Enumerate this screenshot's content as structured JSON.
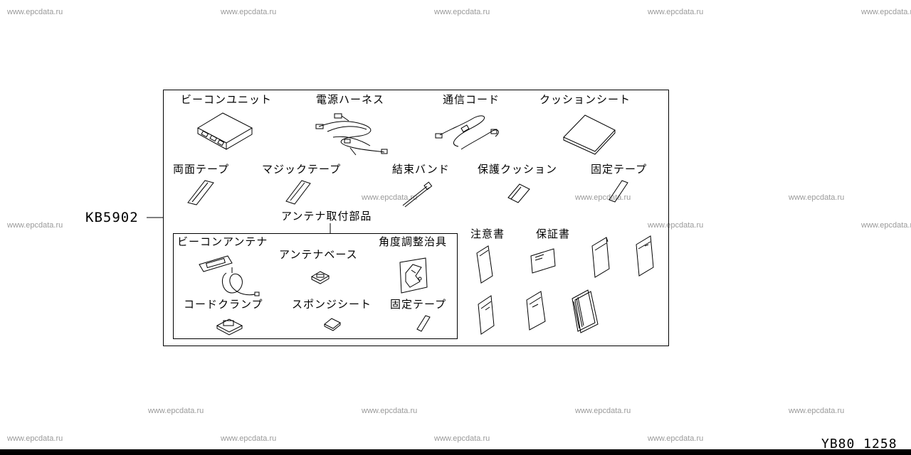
{
  "watermark": "www.epcdata.ru",
  "part_number": "KB5902",
  "diagram_code": "YB80 1258",
  "labels": {
    "beacon_unit": "ビーコンユニット",
    "power_harness": "電源ハーネス",
    "comm_cord": "通信コード",
    "cushion_sheet": "クッションシート",
    "double_sided_tape": "両面テープ",
    "magic_tape": "マジックテープ",
    "cable_tie": "結束バンド",
    "protective_cushion": "保護クッション",
    "fixing_tape": "固定テープ",
    "antenna_parts": "アンテナ取付部品",
    "beacon_antenna": "ビーコンアンテナ",
    "antenna_base": "アンテナベース",
    "angle_jig": "角度調整治具",
    "cord_clamp": "コードクランプ",
    "sponge_sheet": "スポンジシート",
    "fixing_tape_2": "固定テープ",
    "caution_doc": "注意書",
    "warranty_doc": "保証書"
  }
}
